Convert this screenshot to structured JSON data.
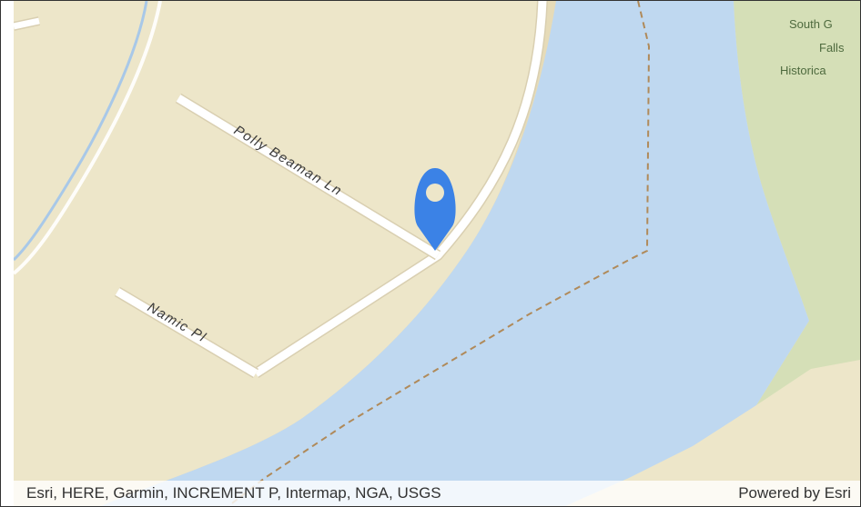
{
  "map": {
    "colors": {
      "land": "#ede6c9",
      "water": "#bfd8f0",
      "park": "#d5dfb7",
      "road": "#ffffff",
      "road_casing": "#d9cfb1",
      "boundary": "#b08a5a",
      "marker": "#3b82e6"
    },
    "street_labels": {
      "polly": "Polly Beaman Ln",
      "namic": "Namic Pl"
    },
    "park_label": {
      "line1": "South G",
      "line2": "Falls",
      "line3": "Historica"
    },
    "marker": {
      "icon": "map-pin-icon"
    }
  },
  "attribution": {
    "sources": "Esri, HERE, Garmin, INCREMENT P, Intermap, NGA, USGS",
    "powered_by": "Powered by Esri"
  }
}
